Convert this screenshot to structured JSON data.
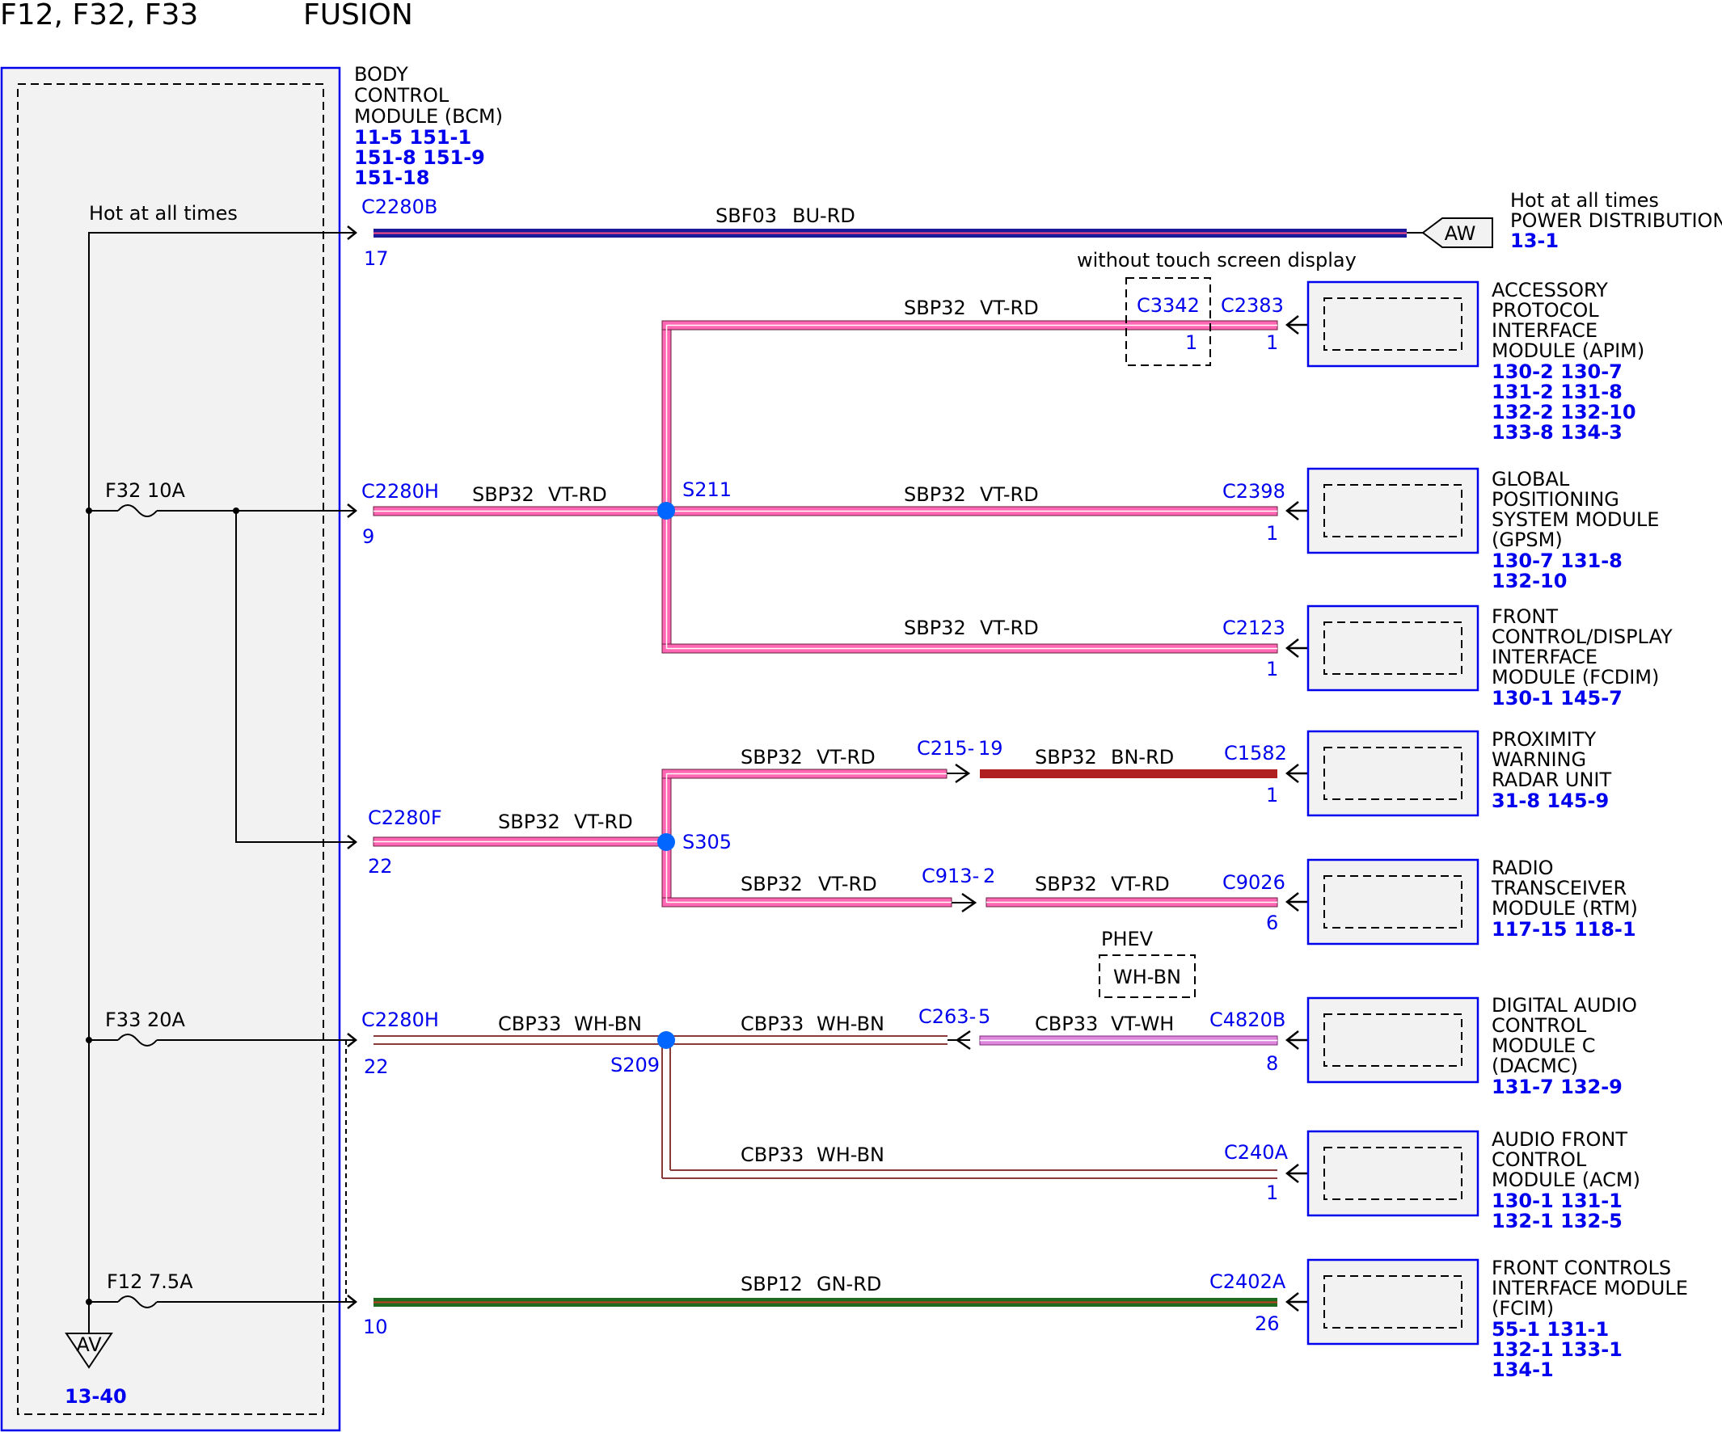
{
  "header": {
    "codes": "F12, F32, F33",
    "model": "FUSION"
  },
  "bcm": {
    "name_lines": [
      "BODY",
      "CONTROL",
      "MODULE (BCM)"
    ],
    "ref_lines": [
      "11-5   151-1",
      "151-8 151-9",
      "151-18"
    ]
  },
  "hot_left": "Hot at all times",
  "hot_right": {
    "line1": "Hot at all times",
    "line2": "POWER DISTRIBUTION",
    "ref": "13-1",
    "tag": "AW"
  },
  "ground": {
    "tag": "AV",
    "ref": "13-40"
  },
  "fuses": [
    {
      "id": "f32",
      "label": "F32  10A"
    },
    {
      "id": "f33",
      "label": "F33  20A"
    },
    {
      "id": "f12",
      "label": "F12  7.5A"
    }
  ],
  "without_touch": "without touch screen display",
  "phev": {
    "label": "PHEV",
    "box": "WH-BN"
  },
  "splices": [
    "S211",
    "S305",
    "S209"
  ],
  "connectors": [
    {
      "id": "c2280b",
      "name": "C2280B",
      "pin": "17"
    },
    {
      "id": "c2280h1",
      "name": "C2280H",
      "pin": "9"
    },
    {
      "id": "c2280f",
      "name": "C2280F",
      "pin": "22"
    },
    {
      "id": "c2280h2",
      "name": "C2280H",
      "pin": "22"
    },
    {
      "id": "c2280x",
      "name": "",
      "pin": "10"
    },
    {
      "id": "c3342",
      "name": "C3342",
      "pin": "1"
    },
    {
      "id": "c2383",
      "name": "C2383",
      "pin": "1"
    },
    {
      "id": "c2398",
      "name": "C2398",
      "pin": "1"
    },
    {
      "id": "c2123",
      "name": "C2123",
      "pin": "1"
    },
    {
      "id": "c215",
      "name": "C215-",
      "pin": "19"
    },
    {
      "id": "c1582",
      "name": "C1582",
      "pin": "1"
    },
    {
      "id": "c913",
      "name": "C913-",
      "pin": "2"
    },
    {
      "id": "c9026",
      "name": "C9026",
      "pin": "6"
    },
    {
      "id": "c263",
      "name": "C263-",
      "pin": "5"
    },
    {
      "id": "c4820b",
      "name": "C4820B",
      "pin": "8"
    },
    {
      "id": "c240a",
      "name": "C240A",
      "pin": "1"
    },
    {
      "id": "c2402a",
      "name": "C2402A",
      "pin": "26"
    }
  ],
  "wires": [
    {
      "id": "w1",
      "circuit": "SBF03",
      "color": "BU-RD"
    },
    {
      "id": "w2",
      "circuit": "SBP32",
      "color": "VT-RD"
    },
    {
      "id": "w3",
      "circuit": "SBP32",
      "color": "VT-RD"
    },
    {
      "id": "w4",
      "circuit": "SBP32",
      "color": "VT-RD"
    },
    {
      "id": "w5",
      "circuit": "SBP32",
      "color": "VT-RD"
    },
    {
      "id": "w6",
      "circuit": "SBP32",
      "color": "VT-RD"
    },
    {
      "id": "w7",
      "circuit": "SBP32",
      "color": "BN-RD"
    },
    {
      "id": "w8",
      "circuit": "SBP32",
      "color": "VT-RD"
    },
    {
      "id": "w9",
      "circuit": "SBP32",
      "color": "VT-RD"
    },
    {
      "id": "w10",
      "circuit": "SBP32",
      "color": "VT-RD"
    },
    {
      "id": "w11",
      "circuit": "CBP33",
      "color": "WH-BN"
    },
    {
      "id": "w12",
      "circuit": "CBP33",
      "color": "WH-BN"
    },
    {
      "id": "w13",
      "circuit": "CBP33",
      "color": "VT-WH"
    },
    {
      "id": "w14",
      "circuit": "CBP33",
      "color": "WH-BN"
    },
    {
      "id": "w15",
      "circuit": "SBP12",
      "color": "GN-RD"
    }
  ],
  "modules": [
    {
      "id": "apim",
      "lines": [
        "ACCESSORY",
        "PROTOCOL",
        "INTERFACE",
        "MODULE (APIM)"
      ],
      "refs": [
        "130-2 130-7",
        "131-2 131-8",
        "132-2  132-10",
        "133-8 134-3"
      ]
    },
    {
      "id": "gpsm",
      "lines": [
        "GLOBAL",
        "POSITIONING",
        "SYSTEM MODULE",
        "(GPSM)"
      ],
      "refs": [
        "130-7 131-8",
        "132-10"
      ]
    },
    {
      "id": "fcdim",
      "lines": [
        "FRONT",
        "CONTROL/DISPLAY",
        "INTERFACE",
        "MODULE (FCDIM)"
      ],
      "refs": [
        "130-1 145-7"
      ]
    },
    {
      "id": "pwru",
      "lines": [
        "PROXIMITY",
        "WARNING",
        "RADAR UNIT"
      ],
      "refs": [
        "31-8   145-9"
      ]
    },
    {
      "id": "rtm",
      "lines": [
        "RADIO",
        "TRANSCEIVER",
        "MODULE (RTM)"
      ],
      "refs": [
        "117-15 118-1"
      ]
    },
    {
      "id": "dacmc",
      "lines": [
        "DIGITAL AUDIO",
        "CONTROL",
        "MODULE C",
        "(DACMC)"
      ],
      "refs": [
        "131-7 132-9"
      ]
    },
    {
      "id": "acm",
      "lines": [
        "AUDIO FRONT",
        "CONTROL",
        "MODULE (ACM)"
      ],
      "refs": [
        "130-1 131-1",
        "132-1 132-5"
      ]
    },
    {
      "id": "fcim",
      "lines": [
        "FRONT CONTROLS",
        "INTERFACE MODULE",
        "(FCIM)"
      ],
      "refs": [
        "55-1   131-1",
        "132-1 133-1",
        "134-1"
      ]
    }
  ],
  "colors": {
    "frame_blue": "#0000ee",
    "bu_rd": "#1a1a9a",
    "vt_rd": "#ff66b3",
    "bn_rd": "#b02020",
    "wh_bn": "#8b3a3a",
    "vt_wh": "#dd88dd",
    "gn_rd": "#1e6a1e"
  }
}
